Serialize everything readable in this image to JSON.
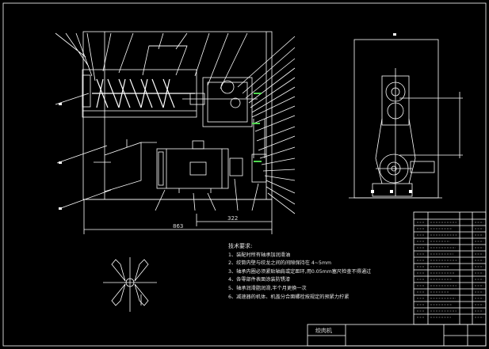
{
  "drawing": {
    "dimensions": {
      "total_length": "863",
      "motor_offset": "322"
    },
    "technical_requirements": {
      "heading": "技术要求:",
      "items": [
        "1、装配时所有轴承加润滑油",
        "2、绞筒内壁与绞龙之间的间隙保持在 4~5mm",
        "3、轴承内圈必须紧贴轴肩或定距环,用0.05mm塞尺检查不得通过",
        "4、各零部件表面涂装防锈漆",
        "5、轴承润滑脂润滑,半个月更换一次",
        "6、减速器的机体、机盖分合面螺栓按规定的预紧力拧紧"
      ]
    },
    "title_block": {
      "name": "绞肉机"
    },
    "colors": {
      "background": "#000000",
      "line": "#ffffff",
      "accent": "#4fd84f"
    }
  }
}
